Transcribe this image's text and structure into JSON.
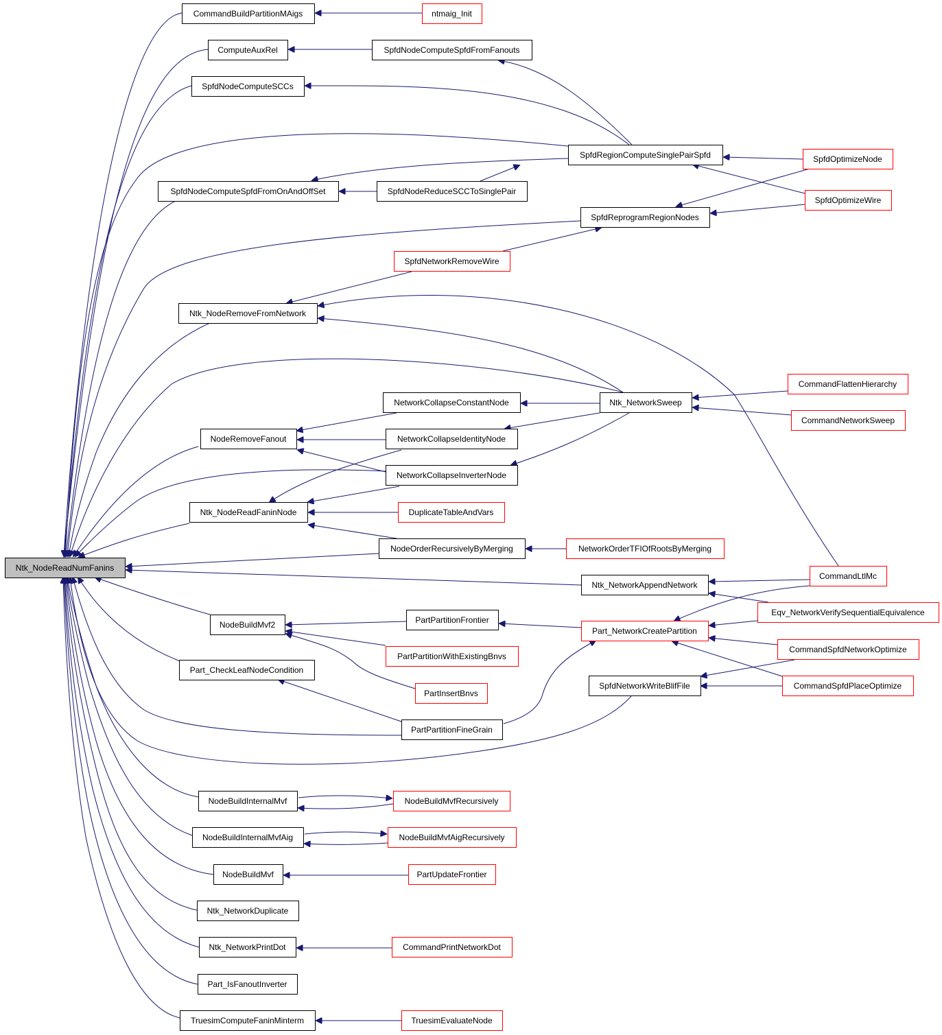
{
  "graph": {
    "root": "Ntk_NodeReadNumFanins",
    "edge_color": "#191970",
    "truncated_border_color": "#ff0000",
    "root_fill_color": "#bfbfbf",
    "nodes": [
      {
        "id": "root",
        "label": "Ntk_NodeReadNumFanins",
        "style": "root"
      },
      {
        "id": "n1",
        "label": "CommandBuildPartitionMAigs",
        "style": "normal"
      },
      {
        "id": "n2",
        "label": "ntmaig_Init",
        "style": "truncated"
      },
      {
        "id": "n3",
        "label": "ComputeAuxRel",
        "style": "normal"
      },
      {
        "id": "n4",
        "label": "SpfdNodeComputeSpfdFromFanouts",
        "style": "normal"
      },
      {
        "id": "n5",
        "label": "SpfdNodeComputeSCCs",
        "style": "normal"
      },
      {
        "id": "n6",
        "label": "SpfdRegionComputeSinglePairSpfd",
        "style": "normal"
      },
      {
        "id": "n7",
        "label": "SpfdOptimizeNode",
        "style": "truncated"
      },
      {
        "id": "n8",
        "label": "SpfdNodeComputeSpfdFromOnAndOffSet",
        "style": "normal"
      },
      {
        "id": "n9",
        "label": "SpfdNodeReduceSCCToSinglePair",
        "style": "normal"
      },
      {
        "id": "n10",
        "label": "SpfdOptimizeWire",
        "style": "truncated"
      },
      {
        "id": "n11",
        "label": "SpfdReprogramRegionNodes",
        "style": "normal"
      },
      {
        "id": "n12",
        "label": "SpfdNetworkRemoveWire",
        "style": "truncated"
      },
      {
        "id": "n13",
        "label": "Ntk_NodeRemoveFromNetwork",
        "style": "normal"
      },
      {
        "id": "n14",
        "label": "CommandFlattenHierarchy",
        "style": "truncated"
      },
      {
        "id": "n15",
        "label": "NetworkCollapseConstantNode",
        "style": "normal"
      },
      {
        "id": "n16",
        "label": "Ntk_NetworkSweep",
        "style": "normal"
      },
      {
        "id": "n17",
        "label": "CommandNetworkSweep",
        "style": "truncated"
      },
      {
        "id": "n18",
        "label": "NodeRemoveFanout",
        "style": "normal"
      },
      {
        "id": "n19",
        "label": "NetworkCollapseIdentityNode",
        "style": "normal"
      },
      {
        "id": "n20",
        "label": "NetworkCollapseInverterNode",
        "style": "normal"
      },
      {
        "id": "n21",
        "label": "Ntk_NodeReadFaninNode",
        "style": "normal"
      },
      {
        "id": "n22",
        "label": "DuplicateTableAndVars",
        "style": "truncated"
      },
      {
        "id": "n23",
        "label": "NodeOrderRecursivelyByMerging",
        "style": "normal"
      },
      {
        "id": "n24",
        "label": "NetworkOrderTFIOfRootsByMerging",
        "style": "truncated"
      },
      {
        "id": "n25",
        "label": "Ntk_NetworkAppendNetwork",
        "style": "normal"
      },
      {
        "id": "n26",
        "label": "CommandLtlMc",
        "style": "truncated"
      },
      {
        "id": "n27",
        "label": "Eqv_NetworkVerifySequentialEquivalence",
        "style": "truncated"
      },
      {
        "id": "n28",
        "label": "NodeBuildMvf2",
        "style": "normal"
      },
      {
        "id": "n29",
        "label": "PartPartitionFrontier",
        "style": "normal"
      },
      {
        "id": "n30",
        "label": "Part_NetworkCreatePartition",
        "style": "truncated"
      },
      {
        "id": "n31",
        "label": "CommandSpfdNetworkOptimize",
        "style": "truncated"
      },
      {
        "id": "n32",
        "label": "Part_CheckLeafNodeCondition",
        "style": "normal"
      },
      {
        "id": "n33",
        "label": "PartPartitionWithExistingBnvs",
        "style": "truncated"
      },
      {
        "id": "n34",
        "label": "SpfdNetworkWriteBlifFile",
        "style": "normal"
      },
      {
        "id": "n35",
        "label": "CommandSpfdPlaceOptimize",
        "style": "truncated"
      },
      {
        "id": "n36",
        "label": "PartInsertBnvs",
        "style": "truncated"
      },
      {
        "id": "n37",
        "label": "PartPartitionFineGrain",
        "style": "normal"
      },
      {
        "id": "n38",
        "label": "NodeBuildInternalMvf",
        "style": "normal"
      },
      {
        "id": "n39",
        "label": "NodeBuildMvfRecursively",
        "style": "truncated"
      },
      {
        "id": "n40",
        "label": "NodeBuildInternalMvfAig",
        "style": "normal"
      },
      {
        "id": "n41",
        "label": "NodeBuildMvfAigRecursively",
        "style": "truncated"
      },
      {
        "id": "n42",
        "label": "NodeBuildMvf",
        "style": "normal"
      },
      {
        "id": "n43",
        "label": "PartUpdateFrontier",
        "style": "truncated"
      },
      {
        "id": "n44",
        "label": "Ntk_NetworkDuplicate",
        "style": "normal"
      },
      {
        "id": "n45",
        "label": "Ntk_NetworkPrintDot",
        "style": "normal"
      },
      {
        "id": "n46",
        "label": "CommandPrintNetworkDot",
        "style": "truncated"
      },
      {
        "id": "n47",
        "label": "Part_IsFanoutInverter",
        "style": "normal"
      },
      {
        "id": "n48",
        "label": "TruesimComputeFaninMinterm",
        "style": "normal"
      },
      {
        "id": "n49",
        "label": "TruesimEvaluateNode",
        "style": "truncated"
      }
    ],
    "edges": [
      {
        "from": "n1",
        "to": "root"
      },
      {
        "from": "n2",
        "to": "n1"
      },
      {
        "from": "n3",
        "to": "root"
      },
      {
        "from": "n4",
        "to": "n3"
      },
      {
        "from": "n5",
        "to": "root"
      },
      {
        "from": "n6",
        "to": "root"
      },
      {
        "from": "n6",
        "to": "n5"
      },
      {
        "from": "n6",
        "to": "n4"
      },
      {
        "from": "n6",
        "to": "n8"
      },
      {
        "from": "n7",
        "to": "n6"
      },
      {
        "from": "n10",
        "to": "n6"
      },
      {
        "from": "n8",
        "to": "root"
      },
      {
        "from": "n9",
        "to": "n8"
      },
      {
        "from": "n9",
        "to": "n6"
      },
      {
        "from": "n11",
        "to": "root"
      },
      {
        "from": "n7",
        "to": "n11"
      },
      {
        "from": "n10",
        "to": "n11"
      },
      {
        "from": "n12",
        "to": "n11"
      },
      {
        "from": "n13",
        "to": "root"
      },
      {
        "from": "n12",
        "to": "n13"
      },
      {
        "from": "n16",
        "to": "n13"
      },
      {
        "from": "n26",
        "to": "n13"
      },
      {
        "from": "n16",
        "to": "root"
      },
      {
        "from": "n14",
        "to": "n16"
      },
      {
        "from": "n17",
        "to": "n16"
      },
      {
        "from": "n15",
        "to": "n18"
      },
      {
        "from": "n16",
        "to": "n15"
      },
      {
        "from": "n16",
        "to": "n19"
      },
      {
        "from": "n16",
        "to": "n20"
      },
      {
        "from": "n18",
        "to": "root"
      },
      {
        "from": "n19",
        "to": "n18"
      },
      {
        "from": "n20",
        "to": "n18"
      },
      {
        "from": "n20",
        "to": "root"
      },
      {
        "from": "n21",
        "to": "root"
      },
      {
        "from": "n19",
        "to": "n21"
      },
      {
        "from": "n20",
        "to": "n21"
      },
      {
        "from": "n22",
        "to": "n21"
      },
      {
        "from": "n23",
        "to": "n21"
      },
      {
        "from": "n23",
        "to": "root"
      },
      {
        "from": "n24",
        "to": "n23"
      },
      {
        "from": "n25",
        "to": "root"
      },
      {
        "from": "n26",
        "to": "n25"
      },
      {
        "from": "n27",
        "to": "n25"
      },
      {
        "from": "n28",
        "to": "root"
      },
      {
        "from": "n29",
        "to": "n28"
      },
      {
        "from": "n33",
        "to": "n28"
      },
      {
        "from": "n36",
        "to": "n28"
      },
      {
        "from": "n30",
        "to": "n29"
      },
      {
        "from": "n26",
        "to": "n30"
      },
      {
        "from": "n27",
        "to": "n30"
      },
      {
        "from": "n31",
        "to": "n30"
      },
      {
        "from": "n35",
        "to": "n30"
      },
      {
        "from": "n37",
        "to": "n30"
      },
      {
        "from": "n32",
        "to": "root"
      },
      {
        "from": "n37",
        "to": "n32"
      },
      {
        "from": "n37",
        "to": "root"
      },
      {
        "from": "n34",
        "to": "root"
      },
      {
        "from": "n31",
        "to": "n34"
      },
      {
        "from": "n35",
        "to": "n34"
      },
      {
        "from": "n38",
        "to": "root"
      },
      {
        "from": "n39",
        "to": "n38"
      },
      {
        "from": "n38",
        "to": "n39"
      },
      {
        "from": "n40",
        "to": "root"
      },
      {
        "from": "n41",
        "to": "n40"
      },
      {
        "from": "n40",
        "to": "n41"
      },
      {
        "from": "n42",
        "to": "root"
      },
      {
        "from": "n43",
        "to": "n42"
      },
      {
        "from": "n44",
        "to": "root"
      },
      {
        "from": "n45",
        "to": "root"
      },
      {
        "from": "n46",
        "to": "n45"
      },
      {
        "from": "n47",
        "to": "root"
      },
      {
        "from": "n48",
        "to": "root"
      },
      {
        "from": "n49",
        "to": "n48"
      }
    ]
  }
}
